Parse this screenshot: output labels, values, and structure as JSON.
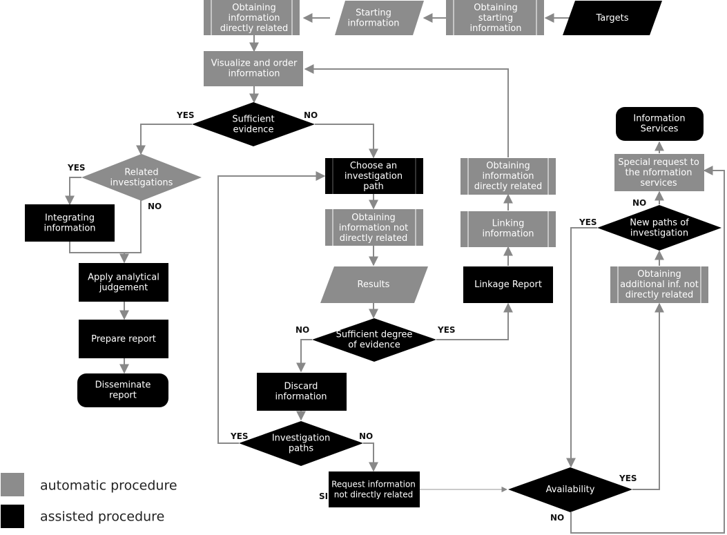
{
  "colors": {
    "automatic": "#8c8c8c",
    "assisted": "#000000",
    "edge": "#888888"
  },
  "nodes": {
    "obtaining_direct_top": {
      "lines": [
        "Obtaining",
        "information",
        "directly related"
      ]
    },
    "starting_information": {
      "lines": [
        "Starting",
        "information"
      ]
    },
    "obtaining_starting": {
      "lines": [
        "Obtaining",
        "starting",
        "information"
      ]
    },
    "targets": {
      "lines": [
        "Targets"
      ]
    },
    "visualize": {
      "lines": [
        "Visualize and order",
        "information"
      ]
    },
    "sufficient_evidence": {
      "lines": [
        "Sufficient",
        "evidence"
      ]
    },
    "related_investigations": {
      "lines": [
        "Related",
        "investigations"
      ]
    },
    "integrating": {
      "lines": [
        "Integrating",
        "information"
      ]
    },
    "apply_judgement": {
      "lines": [
        "Apply analytical",
        "judgement"
      ]
    },
    "prepare_report": {
      "lines": [
        "Prepare report"
      ]
    },
    "disseminate": {
      "lines": [
        "Disseminate",
        "report"
      ]
    },
    "choose_path": {
      "lines": [
        "Choose an",
        "investigation",
        "path"
      ]
    },
    "obtaining_not_direct": {
      "lines": [
        "Obtaining",
        "information not",
        "directly related"
      ]
    },
    "results": {
      "lines": [
        "Results"
      ]
    },
    "sufficient_degree": {
      "lines": [
        "Sufficient degree",
        "of evidence"
      ]
    },
    "discard": {
      "lines": [
        "Discard",
        "information"
      ]
    },
    "investigation_paths": {
      "lines": [
        "Investigation",
        "paths"
      ]
    },
    "request_info": {
      "lines": [
        "Request information",
        "not directly related"
      ]
    },
    "obtaining_direct_mid": {
      "lines": [
        "Obtaining",
        "information",
        "directly related"
      ]
    },
    "linking": {
      "lines": [
        "Linking",
        "information"
      ]
    },
    "linkage_report": {
      "lines": [
        "Linkage Report"
      ]
    },
    "information_services": {
      "lines": [
        "Information",
        "Services"
      ]
    },
    "special_request": {
      "lines": [
        "Special request to",
        "the  nformation",
        "services"
      ]
    },
    "new_paths": {
      "lines": [
        "New paths of",
        "investigation"
      ]
    },
    "obtaining_additional": {
      "lines": [
        "Obtaining",
        "additional inf. not",
        "directly related"
      ]
    },
    "availability": {
      "lines": [
        "Availability"
      ]
    }
  },
  "edge_labels": {
    "se_yes": "YES",
    "se_no": "NO",
    "ri_yes": "YES",
    "ri_no": "NO",
    "sd_no": "NO",
    "sd_yes": "YES",
    "ip_yes": "YES",
    "ip_no": "NO",
    "np_no": "NO",
    "np_yes": "YES",
    "av_yes": "YES",
    "av_no": "NO",
    "request_si": "SI"
  },
  "legend": {
    "automatic": "automatic procedure",
    "assisted": "assisted procedure"
  }
}
